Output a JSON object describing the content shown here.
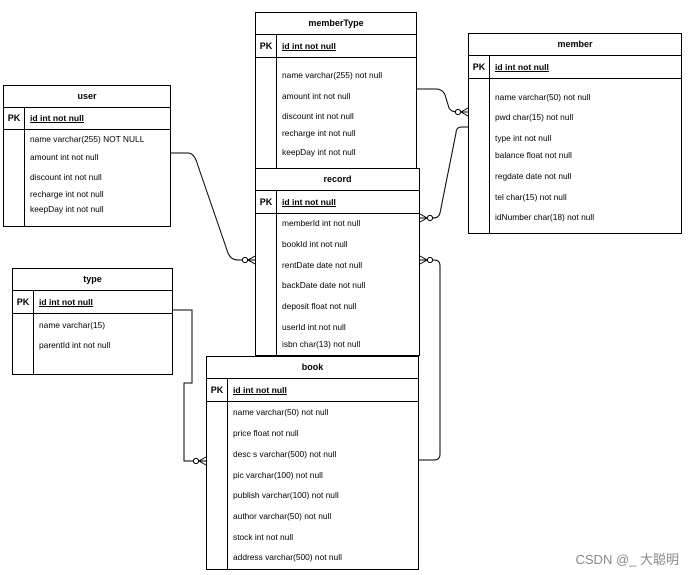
{
  "diagram": {
    "pk_label": "PK",
    "entities": [
      {
        "id": "memberType",
        "title": "memberType",
        "primary_key": "id  int  not null",
        "attributes": [
          "name varchar(255) not null",
          "amount int not null",
          "discount  int  not null",
          "recharge  int  not null",
          "keepDay  int  not null"
        ]
      },
      {
        "id": "member",
        "title": "member",
        "primary_key": "id int not null",
        "attributes": [
          "name  varchar(50) not null",
          "pwd   char(15) not null",
          "type   int  not null",
          "balance  float  not null",
          "regdate  date  not null",
          "tel   char(15)  not null",
          "idNumber  char(18)  not null"
        ]
      },
      {
        "id": "user",
        "title": "user",
        "primary_key": "id int not null",
        "attributes": [
          "name varchar(255) NOT NULL",
          "amount  int  not null",
          "discount  int  not null",
          "recharge  int  not null",
          "keepDay  int  not null"
        ]
      },
      {
        "id": "record",
        "title": "record",
        "primary_key": "id  int not null",
        "attributes": [
          "memberId int not null",
          "bookId int not null",
          "rentDate  date not null",
          "backDate  date not null",
          "deposit  float  not null",
          "userId  int  not null",
          "isbn  char(13)  not null"
        ]
      },
      {
        "id": "type",
        "title": "type",
        "primary_key": "id   int  not null",
        "attributes": [
          "name varchar(15)",
          "parentId int  not null"
        ]
      },
      {
        "id": "book",
        "title": "book",
        "primary_key": "id  int  not null",
        "attributes": [
          "name varchar(50) not null",
          "price  float not null",
          "desc s  varchar(500) not null",
          "pic  varchar(100) not  null",
          "publish varchar(100) not null",
          "author varchar(50) not null",
          "stock int not null",
          "address varchar(500) not null"
        ]
      }
    ],
    "relationships": [
      {
        "from": "memberType",
        "to": "member",
        "from_end": "one",
        "to_end": "zero-or-many"
      },
      {
        "from": "member",
        "to": "record",
        "from_end": "one",
        "to_end": "zero-or-many"
      },
      {
        "from": "user",
        "to": "record",
        "from_end": "one",
        "to_end": "zero-or-many"
      },
      {
        "from": "book",
        "to": "record",
        "from_end": "one",
        "to_end": "zero-or-many"
      },
      {
        "from": "type",
        "to": "book",
        "from_end": "one",
        "to_end": "zero-or-many"
      }
    ]
  },
  "watermark": "CSDN @_ 大聪明"
}
